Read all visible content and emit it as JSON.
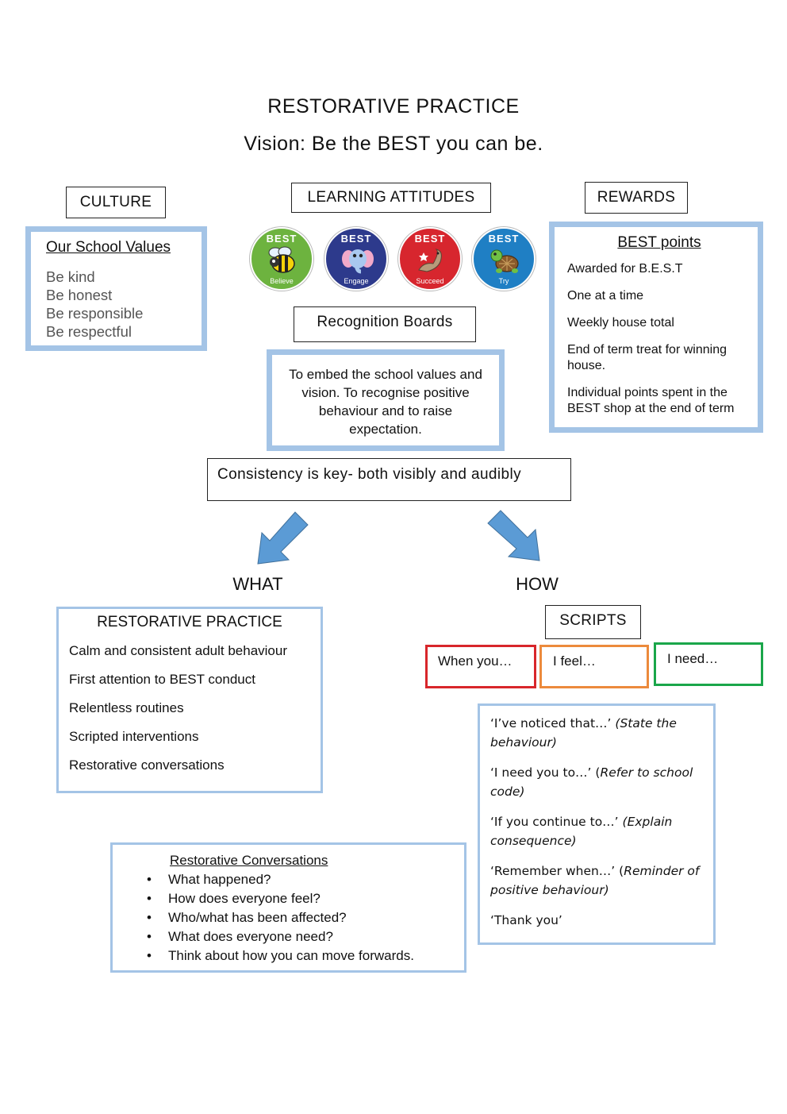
{
  "header": {
    "title": "RESTORATIVE PRACTICE",
    "vision": "Vision: Be the BEST you can be."
  },
  "culture": {
    "label": "CULTURE",
    "values_title": "Our School Values",
    "values": [
      "Be kind",
      "Be honest",
      "Be responsible",
      "Be respectful"
    ]
  },
  "learning": {
    "label": "LEARNING ATTITUDES",
    "badges": [
      {
        "top": "BEST",
        "bottom": "Believe",
        "color": "#6db33f",
        "icon": "bee-icon"
      },
      {
        "top": "BEST",
        "bottom": "Engage",
        "color": "#2d3a8c",
        "icon": "elephant-icon"
      },
      {
        "top": "BEST",
        "bottom": "Succeed",
        "color": "#d7262e",
        "icon": "seal-icon"
      },
      {
        "top": "BEST",
        "bottom": "Try",
        "color": "#1f7fc4",
        "icon": "turtle-icon"
      }
    ],
    "recognition_label": "Recognition Boards",
    "recognition_text": "To embed the school values and vision. To recognise positive behaviour and to raise expectation."
  },
  "rewards": {
    "label": "REWARDS",
    "points_title": "BEST points",
    "items": [
      "Awarded for B.E.S.T",
      "One at a time",
      "Weekly house total",
      "End of term treat for winning house.",
      "Individual points spent in the BEST shop at the end of term"
    ]
  },
  "consistency": "Consistency is key- both visibly and audibly",
  "what": {
    "label": "WHAT",
    "box_title": "RESTORATIVE PRACTICE",
    "items": [
      "Calm and consistent adult behaviour",
      "First attention to BEST conduct",
      "Relentless routines",
      "Scripted interventions",
      "Restorative conversations"
    ]
  },
  "how": {
    "label": "HOW",
    "scripts_label": "SCRIPTS",
    "prompts": [
      {
        "text": "When you…",
        "color": "#d8262b"
      },
      {
        "text": "I feel…",
        "color": "#ec8a3c"
      },
      {
        "text": "I need…",
        "color": "#1aa64a"
      }
    ],
    "scripts": [
      {
        "quote": "‘I’ve noticed that…’",
        "pre": " ",
        "note": "(State the behaviour)"
      },
      {
        "quote": "‘I need you to…’",
        "pre": " (",
        "note": "Refer to school code)"
      },
      {
        "quote": "‘If you continue to…’",
        "pre": " ",
        "note": "(Explain consequence)"
      },
      {
        "quote": "‘Remember when…’",
        "pre": " (",
        "note": "Reminder of positive behaviour)"
      },
      {
        "quote": "‘Thank you’",
        "pre": "",
        "note": ""
      }
    ]
  },
  "conversations": {
    "title": "Restorative Conversations",
    "items": [
      "What happened?",
      "How does everyone feel?",
      "Who/what has been affected?",
      "What does everyone need?",
      "Think about how you can move forwards."
    ]
  },
  "colors": {
    "box_blue": "#a4c4e6",
    "arrow_blue": "#5b9bd5"
  }
}
